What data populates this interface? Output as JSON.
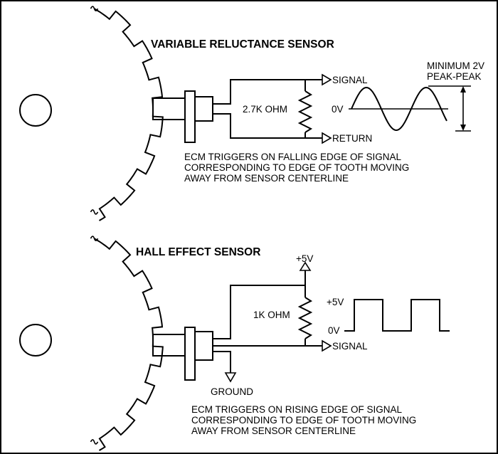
{
  "vr": {
    "title": "VARIABLE RELUCTANCE SENSOR",
    "signal": "SIGNAL",
    "return": "RETURN",
    "resistor": "2.7K OHM",
    "zero": "0V",
    "minimum_line1": "MINIMUM 2V",
    "minimum_line2": "PEAK-PEAK",
    "note_line1": "ECM TRIGGERS ON FALLING EDGE OF SIGNAL",
    "note_line2": "CORRESPONDING TO EDGE OF TOOTH MOVING",
    "note_line3": "AWAY FROM SENSOR CENTERLINE"
  },
  "hall": {
    "title": "HALL EFFECT SENSOR",
    "supply": "+5V",
    "resistor": "1K OHM",
    "wave_high": "+5V",
    "wave_low": "0V",
    "signal": "SIGNAL",
    "ground": "GROUND",
    "note_line1": "ECM TRIGGERS ON RISING EDGE OF SIGNAL",
    "note_line2": "CORRESPONDING TO EDGE OF TOOTH MOVING",
    "note_line3": "AWAY FROM SENSOR CENTERLINE"
  }
}
